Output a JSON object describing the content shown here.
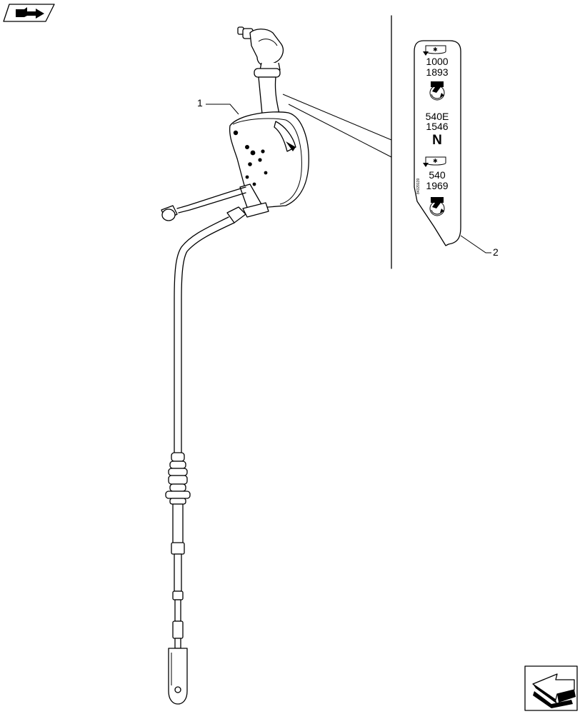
{
  "callouts": [
    {
      "id": "1",
      "label": "1"
    },
    {
      "id": "2",
      "label": "2"
    }
  ],
  "decal": {
    "speed_1": "1000",
    "speed_2": "1893",
    "speed_3": "540E",
    "speed_4": "1546",
    "neutral": "N",
    "speed_5": "540",
    "speed_6": "1969",
    "part_code": "84329139"
  },
  "icons": {
    "top_nav": "book-arrow-icon",
    "bottom_nav": "next-page-arrow-icon"
  }
}
